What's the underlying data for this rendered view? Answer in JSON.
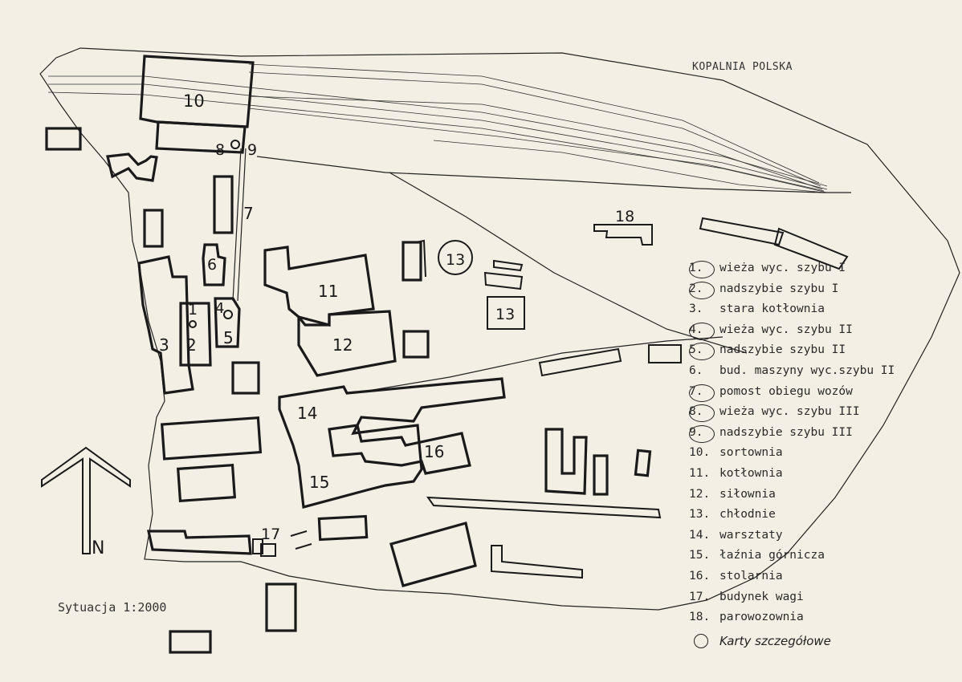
{
  "title": "KOPALNIA POLSKA",
  "scale": "Sytuacja  1:2000",
  "north_label": "N",
  "detail_note": "Karty szczegółowe",
  "labels": {
    "b1": "1",
    "b2": "2",
    "b3": "3",
    "b4": "4",
    "b5": "5",
    "b6": "6",
    "b7": "7",
    "b8": "8",
    "b9": "9",
    "b10": "10",
    "b11": "11",
    "b12": "12",
    "b13a": "13",
    "b13b": "13",
    "b14": "14",
    "b15": "15",
    "b16": "16",
    "b17": "17",
    "b18": "18"
  },
  "legend": [
    {
      "num": "1.",
      "text": "wieża wyc. szybu I",
      "circled": true
    },
    {
      "num": "2.",
      "text": "nadszybie szybu I",
      "circled": true
    },
    {
      "num": "3.",
      "text": "stara kotłownia",
      "circled": false
    },
    {
      "num": "4.",
      "text": "wieża wyc. szybu II",
      "circled": true
    },
    {
      "num": "5.",
      "text": "nadszybie szybu II",
      "circled": true
    },
    {
      "num": "6.",
      "text": "bud. maszyny wyc.szybu II",
      "circled": false
    },
    {
      "num": "7.",
      "text": "pomost obiegu wozów",
      "circled": true
    },
    {
      "num": "8.",
      "text": "wieża wyc. szybu III",
      "circled": true
    },
    {
      "num": "9.",
      "text": "nadszybie szybu III",
      "circled": true
    },
    {
      "num": "10.",
      "text": "sortownia",
      "circled": false
    },
    {
      "num": "11.",
      "text": "kotłownia",
      "circled": false
    },
    {
      "num": "12.",
      "text": "siłownia",
      "circled": false
    },
    {
      "num": "13.",
      "text": "chłodnie",
      "circled": false
    },
    {
      "num": "14.",
      "text": "warsztaty",
      "circled": false
    },
    {
      "num": "15.",
      "text": "łaźnia górnicza",
      "circled": false
    },
    {
      "num": "16.",
      "text": "stolarnia",
      "circled": false
    },
    {
      "num": "17.",
      "text": "budynek wagi",
      "circled": false
    },
    {
      "num": "18.",
      "text": "parowozownia",
      "circled": false
    }
  ]
}
